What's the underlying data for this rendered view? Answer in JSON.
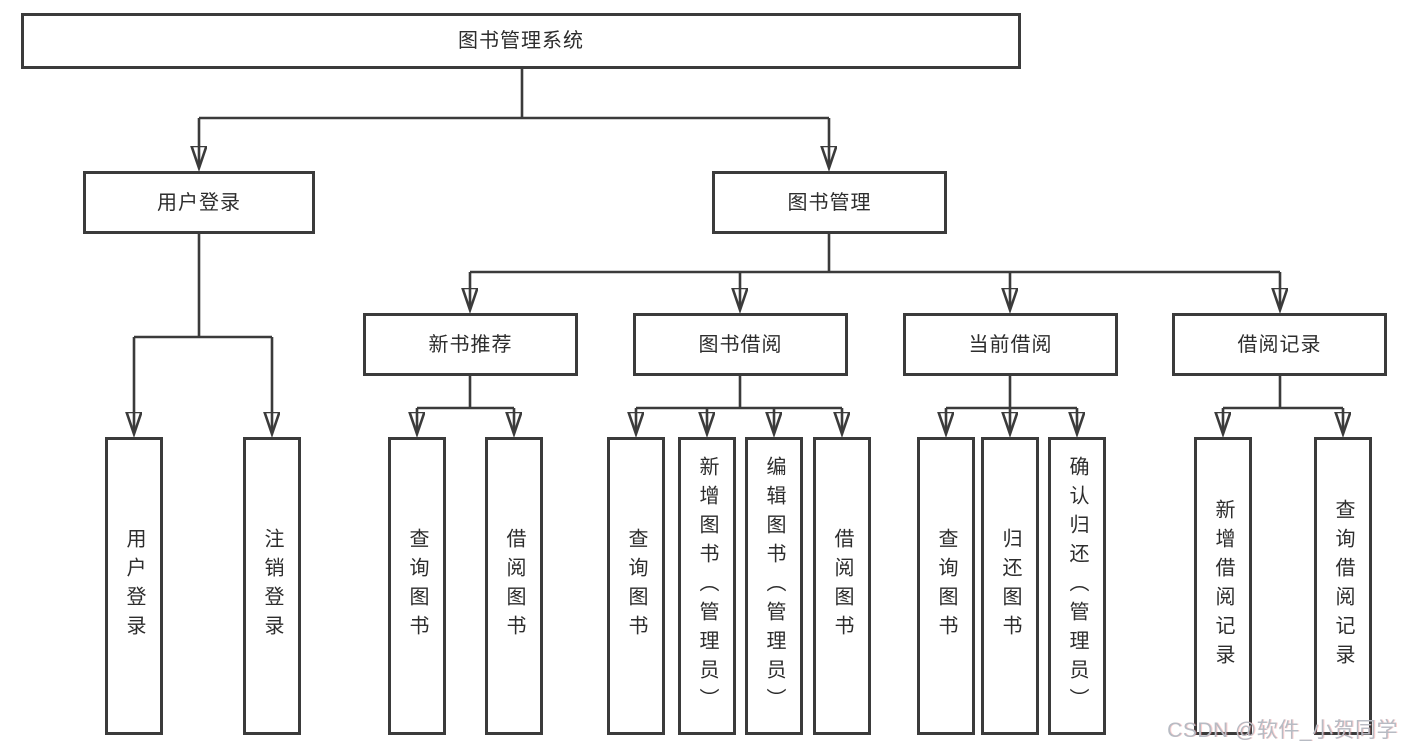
{
  "diagram": {
    "root": "图书管理系统",
    "branches": {
      "user_login": "用户登录",
      "book_mgmt": "图书管理"
    },
    "modules": {
      "new_book": "新书推荐",
      "book_borrow": "图书借阅",
      "current_borrow": "当前借阅",
      "borrow_records": "借阅记录"
    },
    "leaves": {
      "user_login": "用户登录",
      "logout": "注销登录",
      "newbook_query_book": "查询图书",
      "newbook_borrow_book": "借阅图书",
      "borrow_query_book": "查询图书",
      "borrow_add_book": "新增图书（管理员）",
      "borrow_edit_book": "编辑图书（管理员）",
      "borrow_borrow_book": "借阅图书",
      "current_query_book": "查询图书",
      "current_return_book": "归还图书",
      "current_confirm_return": "确认归还（管理员）",
      "records_add": "新增借阅记录",
      "records_query": "查询借阅记录"
    },
    "watermark": "CSDN @软件_小贺同学",
    "colors": {
      "line": "#3b3b3b",
      "text": "#2d2d2d",
      "box_fill": "#ffffff",
      "watermark": "#b7bbc3"
    }
  }
}
